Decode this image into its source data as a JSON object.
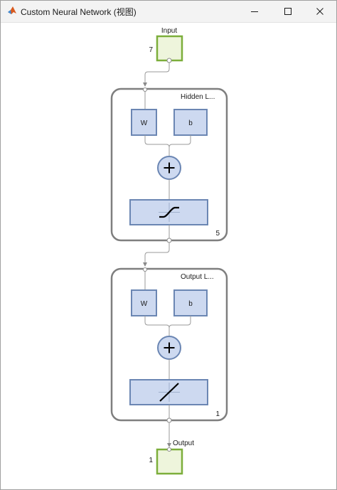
{
  "window": {
    "title": "Custom Neural Network (视图)",
    "app_icon": "matlab-logo-icon",
    "controls": {
      "minimize_icon": "minimize-icon",
      "maximize_icon": "maximize-icon",
      "close_icon": "close-icon"
    }
  },
  "network": {
    "input": {
      "label": "Input",
      "size": "7"
    },
    "hidden_layer": {
      "label": "Hidden L...",
      "weight_label": "W",
      "bias_label": "b",
      "transfer_icon": "tansig-curve-icon",
      "size": "5"
    },
    "output_layer": {
      "label": "Output L...",
      "weight_label": "W",
      "bias_label": "b",
      "transfer_icon": "purelin-line-icon",
      "size": "1"
    },
    "output": {
      "label": "Output",
      "size": "1"
    }
  },
  "colors": {
    "titlebar_bg": "#f3f3f3",
    "io_fill": "#eef5dc",
    "io_border": "#7cae3b",
    "block_fill": "#cdd9f0",
    "block_border": "#6b86b3",
    "layer_border": "#7f7f7f",
    "wire": "#9a9a9a"
  }
}
